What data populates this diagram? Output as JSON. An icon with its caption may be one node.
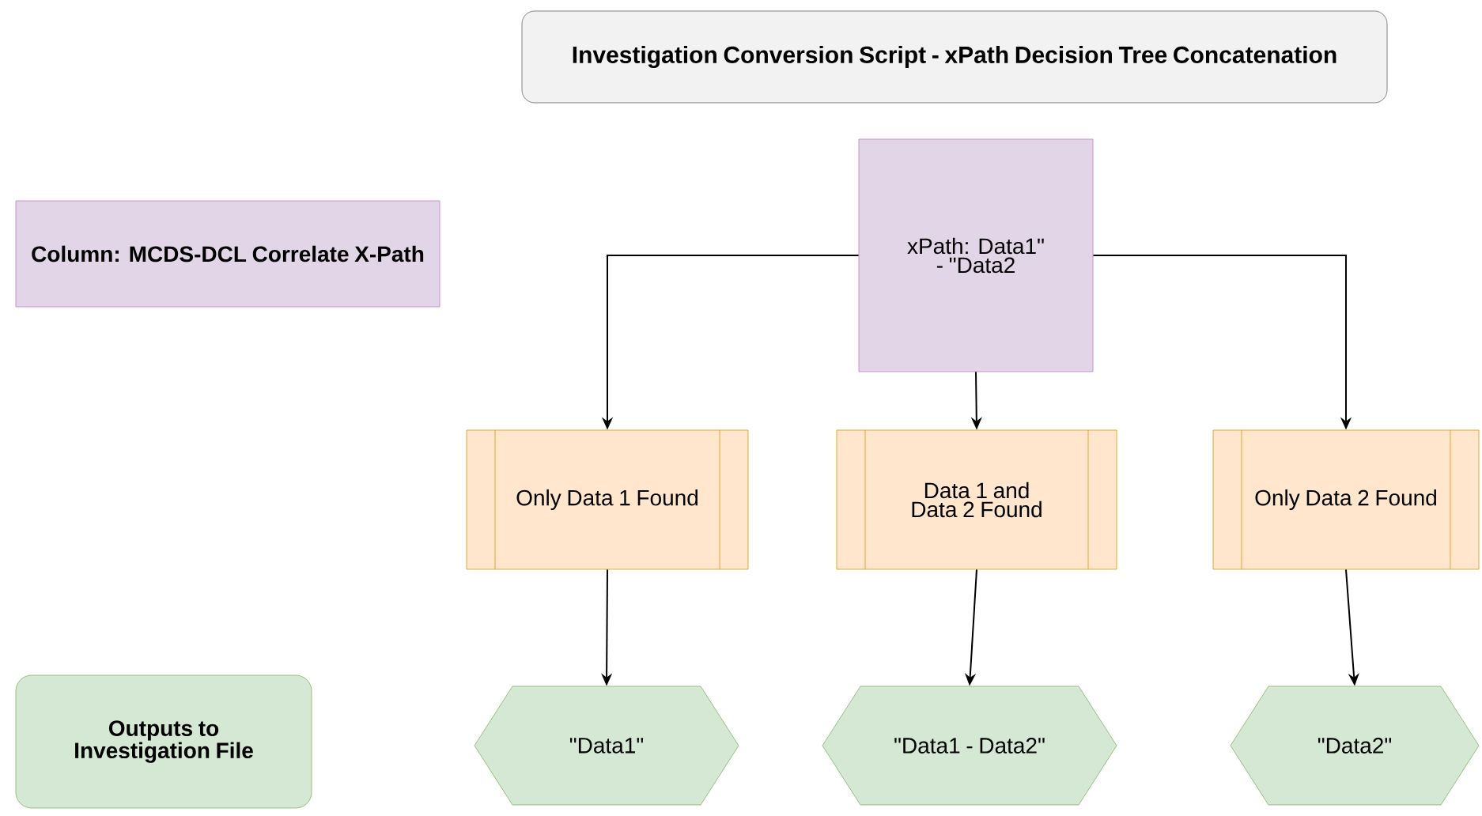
{
  "diagram": {
    "nodes": [
      {
        "text": [
          "Investigation Conversion Script - xPath Decision Tree Concatenation"
        ]
      },
      {
        "text": [
          "Column: MCDS-DCL Correlate X-Path"
        ]
      },
      {
        "text": [
          "Outputs to Investigation File"
        ]
      },
      {
        "text": [
          "xPath: Data1\" - \"Data2"
        ]
      },
      {
        "text": [
          "Only Data 1 Found"
        ]
      },
      {
        "text": [
          "Data 1 and Data 2 Found"
        ]
      },
      {
        "text": [
          "Only Data 2 Found"
        ]
      },
      {
        "text": [
          "\"Data1\""
        ]
      },
      {
        "text": [
          "\"Data1 - Data2\""
        ]
      },
      {
        "text": [
          "\"Data2\""
        ]
      }
    ],
    "edges": [
      {
        "from": 3,
        "to": 4,
        "arrow": "to"
      },
      {
        "from": 3,
        "to": 5,
        "arrow": "to"
      },
      {
        "from": 3,
        "to": 6,
        "arrow": "to"
      },
      {
        "from": 4,
        "to": 7,
        "arrow": "to"
      },
      {
        "from": 5,
        "to": 8,
        "arrow": "to"
      },
      {
        "from": 6,
        "to": 9,
        "arrow": "to"
      }
    ]
  }
}
